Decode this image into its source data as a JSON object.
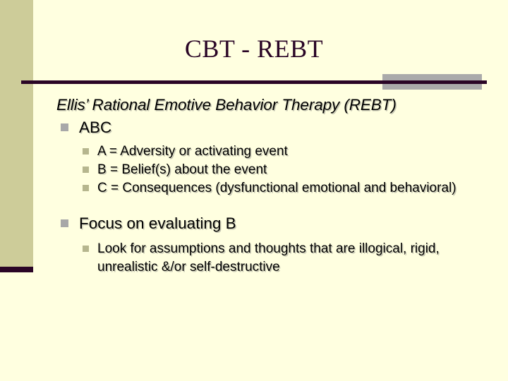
{
  "slide": {
    "title": "CBT - REBT",
    "lead": "Ellis’ Rational Emotive Behavior Therapy (REBT)",
    "bullets": [
      {
        "level": 1,
        "text": "ABC",
        "children": [
          {
            "level": 2,
            "text": "A = Adversity or activating event"
          },
          {
            "level": 2,
            "text": "B = Belief(s) about the event"
          },
          {
            "level": 2,
            "text": "C = Consequences (dysfunctional emotional and behavioral)"
          }
        ]
      },
      {
        "level": 1,
        "text": "Focus on evaluating B",
        "children": [
          {
            "level": 2,
            "text": "Look for assumptions and thoughts that are illogical, rigid, unrealistic &/or self-destructive"
          }
        ]
      }
    ]
  },
  "theme": {
    "background": "#FFFFE0",
    "band": "#CDCC99",
    "accent_dark": "#2A0526",
    "accent_gray": "#AAAAAA",
    "bullet_level1": "#A8A8A8",
    "bullet_level2": "#B6B68E",
    "text": "#000000",
    "text_shadow": "#C8C8B4"
  }
}
